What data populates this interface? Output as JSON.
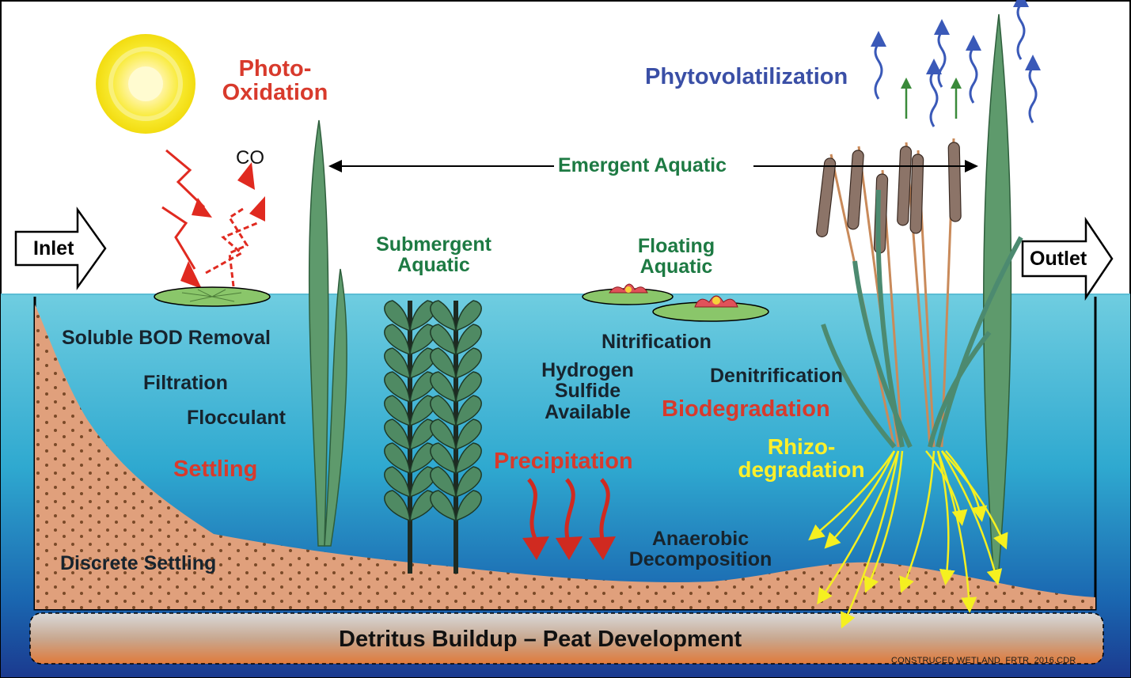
{
  "labels": {
    "photo_oxidation_1": "Photo-",
    "photo_oxidation_2": "Oxidation",
    "co": "CO",
    "phytovolatilization": "Phytovolatilization",
    "emergent_aquatic": "Emergent Aquatic",
    "submergent_1": "Submergent",
    "submergent_2": "Aquatic",
    "floating_1": "Floating",
    "floating_2": "Aquatic",
    "inlet": "Inlet",
    "outlet": "Outlet",
    "soluble_bod": "Soluble BOD Removal",
    "filtration": "Filtration",
    "flocculant": "Flocculant",
    "settling": "Settling",
    "discrete_settling": "Discrete Settling",
    "nitrification": "Nitrification",
    "hydrogen_1": "Hydrogen",
    "hydrogen_2": "Sulfide",
    "hydrogen_3": "Available",
    "denitrification": "Denitrification",
    "biodegradation": "Biodegradation",
    "precipitation": "Precipitation",
    "rhizo_1": "Rhizo-",
    "rhizo_2": "degradation",
    "anaerobic_1": "Anaerobic",
    "anaerobic_2": "Decomposition",
    "detritus": "Detritus Buildup – Peat Development",
    "credit": "CONSTRUCED WETLAND_FRTR_2016.CDR"
  },
  "colors": {
    "water_top": "#6fcde0",
    "water_bottom": "#1b3a8f",
    "sediment": "#e0a07c",
    "sediment_dots": "#7a4a28",
    "plant_green": "#5e9a6c",
    "leaf_dark": "#4f8a63",
    "cattail_brown": "#8c7468",
    "root_yellow": "#f5f020",
    "arrow_red": "#e02a20",
    "arrow_blue": "#3a59b8",
    "sun_yellow": "#f7e818"
  },
  "icons": [
    "sun-icon",
    "lightning-arrow-icon",
    "inlet-arrow-icon",
    "outlet-arrow-icon",
    "cattail-icon",
    "lily-pad-icon",
    "water-lily-icon",
    "submergent-plant-icon",
    "root-icon",
    "vapor-arrow-icon"
  ]
}
